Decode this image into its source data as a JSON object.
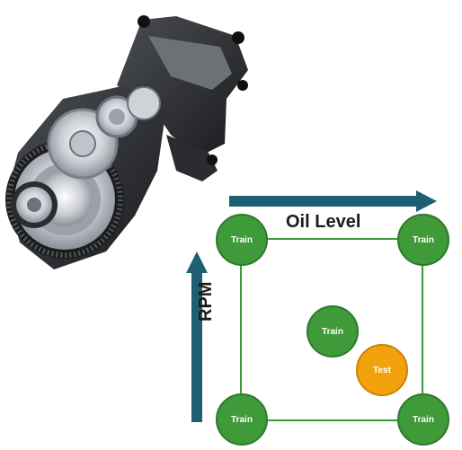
{
  "x_axis": {
    "label": "Oil Level"
  },
  "y_axis": {
    "label": "RPM"
  },
  "nodes": [
    {
      "label": "Train",
      "kind": "train"
    },
    {
      "label": "Train",
      "kind": "train"
    },
    {
      "label": "Train",
      "kind": "train"
    },
    {
      "label": "Test",
      "kind": "test"
    },
    {
      "label": "Train",
      "kind": "train"
    },
    {
      "label": "Train",
      "kind": "train"
    }
  ],
  "colors": {
    "train": "#3f9a3a",
    "test": "#f2a20c",
    "arrow": "#1f5f73",
    "frame": "#3f9a3a"
  }
}
